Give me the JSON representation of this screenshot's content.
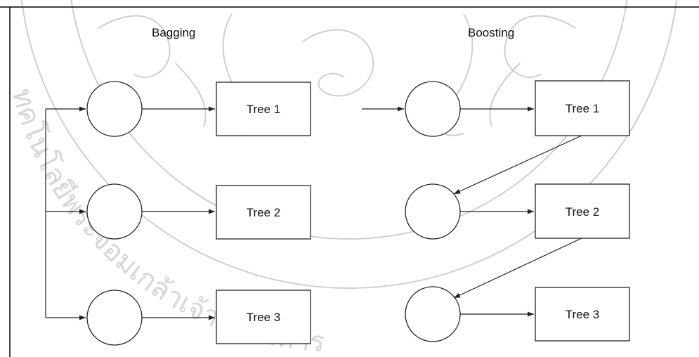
{
  "titles": {
    "bagging": "Bagging",
    "boosting": "Boosting"
  },
  "bagging_trees": [
    "Tree 1",
    "Tree 2",
    "Tree 3"
  ],
  "boosting_trees": [
    "Tree 1",
    "Tree 2",
    "Tree 3"
  ],
  "watermark": {
    "text": "มหาวิทยาลัยเทคโนโลยีพระจอมเกล้าเจ้าคุณทหาร",
    "visible_fragment": "ทคโนโลยีพระจอมเกล้าเจ้าคุณทหาร"
  }
}
